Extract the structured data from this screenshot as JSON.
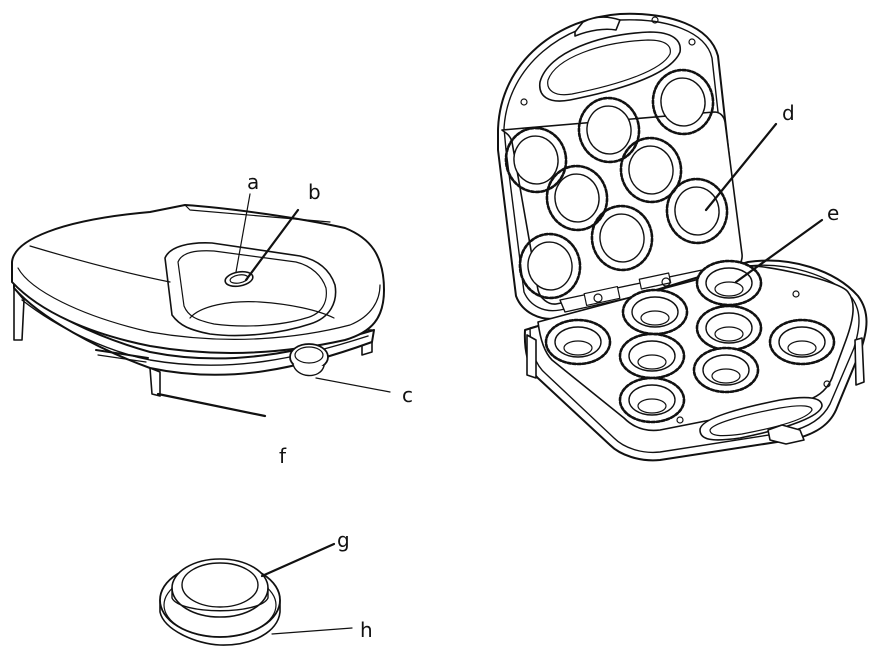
{
  "labels": {
    "a": "a",
    "b": "b",
    "c": "c",
    "d": "d",
    "e": "e",
    "f": "f",
    "g": "g",
    "h": "h"
  },
  "colors": {
    "line": "#111111",
    "background": "#ffffff"
  }
}
